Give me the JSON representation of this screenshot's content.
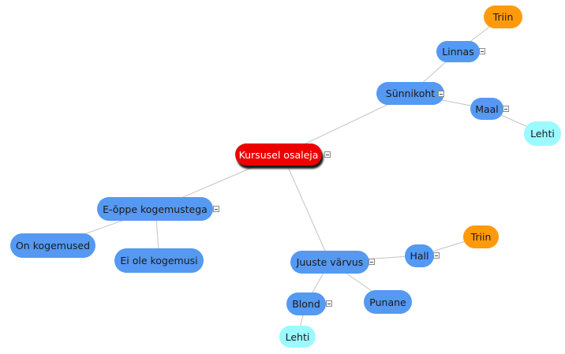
{
  "mindmap": {
    "root": {
      "label": "Kursusel osaleja",
      "color": "#ee0000"
    },
    "nodes": {
      "sunnikoht": {
        "label": "Sünnikoht",
        "color": "#5599f2"
      },
      "linnas": {
        "label": "Linnas",
        "color": "#5599f2"
      },
      "maal": {
        "label": "Maal",
        "color": "#5599f2"
      },
      "triin_top": {
        "label": "Triin",
        "color": "#ff9a0a"
      },
      "lehti_top": {
        "label": "Lehti",
        "color": "#9bfaff"
      },
      "eoppe": {
        "label": "E-õppe kogemustega",
        "color": "#5599f2"
      },
      "on_kogemused": {
        "label": "On kogemused",
        "color": "#5599f2"
      },
      "ei_ole": {
        "label": "Ei ole kogemusi",
        "color": "#5599f2"
      },
      "juuste": {
        "label": "Juuste värvus",
        "color": "#5599f2"
      },
      "hall": {
        "label": "Hall",
        "color": "#5599f2"
      },
      "triin_bottom": {
        "label": "Triin",
        "color": "#ff9a0a"
      },
      "blond": {
        "label": "Blond",
        "color": "#5599f2"
      },
      "punane": {
        "label": "Punane",
        "color": "#5599f2"
      },
      "lehti_bottom": {
        "label": "Lehti",
        "color": "#9bfaff"
      }
    },
    "edges": [
      [
        "root",
        "sunnikoht"
      ],
      [
        "sunnikoht",
        "linnas"
      ],
      [
        "linnas",
        "triin_top"
      ],
      [
        "sunnikoht",
        "maal"
      ],
      [
        "maal",
        "lehti_top"
      ],
      [
        "root",
        "eoppe"
      ],
      [
        "eoppe",
        "on_kogemused"
      ],
      [
        "eoppe",
        "ei_ole"
      ],
      [
        "root",
        "juuste"
      ],
      [
        "juuste",
        "hall"
      ],
      [
        "hall",
        "triin_bottom"
      ],
      [
        "juuste",
        "blond"
      ],
      [
        "juuste",
        "punane"
      ],
      [
        "blond",
        "lehti_bottom"
      ]
    ]
  }
}
